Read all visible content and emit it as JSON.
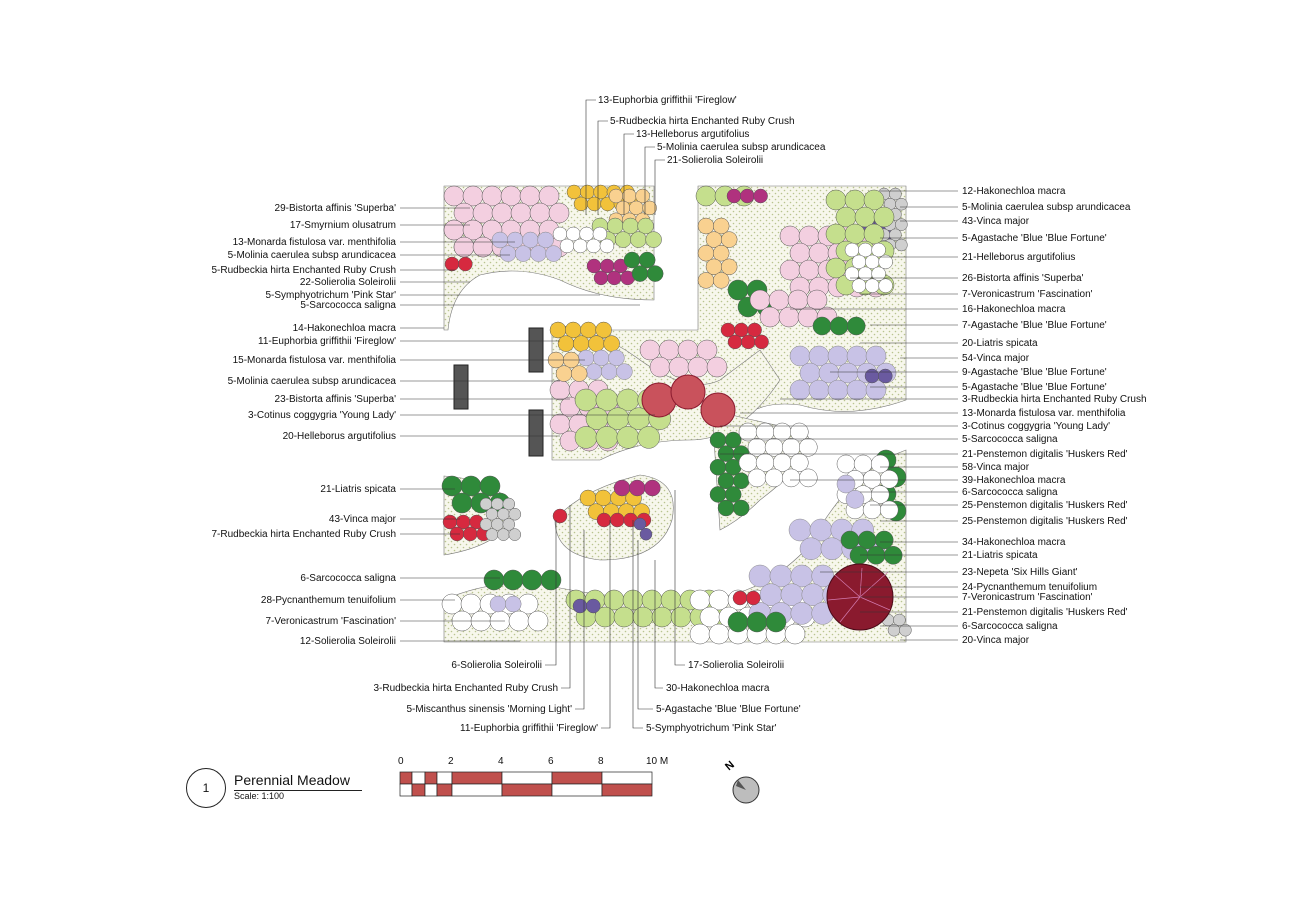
{
  "title": {
    "number": "1",
    "name": "Perennial Meadow",
    "scale": "Scale: 1:100"
  },
  "scale_bar": {
    "ticks": [
      "0",
      "2",
      "4",
      "6",
      "8",
      "10 M"
    ]
  },
  "north_arrow": {
    "label": "N"
  },
  "colors": {
    "pink": "#f3cfe0",
    "yellow": "#f2c23a",
    "peach": "#f9d190",
    "lightgreen": "#c5df8d",
    "darkgreen": "#2f8a3a",
    "lavender": "#c8c2e6",
    "purple": "#6a5aa0",
    "red": "#d6293f",
    "magenta": "#b0327e",
    "maroon": "#8a1a2e",
    "sage": "#d5e2bf",
    "grey": "#cfcfcf",
    "white": "#ffffff",
    "bar_red": "#c0504d"
  },
  "labels_top": [
    "13-Euphorbia griffithii 'Fireglow'",
    "5-Rudbeckia hirta Enchanted Ruby Crush",
    "13-Helleborus argutifolius",
    "5-Molinia caerulea subsp arundicacea",
    "21-Solierolia Soleirolii"
  ],
  "labels_left": [
    "29-Bistorta affinis 'Superba'",
    "17-Smyrnium olusatrum",
    "13-Monarda fistulosa var. menthifolia",
    "5-Molinia caerulea subsp arundicacea",
    "5-Rudbeckia hirta Enchanted Ruby Crush",
    "22-Solierolia Soleirolii",
    "5-Symphyotrichum 'Pink Star'",
    "5-Sarcococca saligna",
    "14-Hakonechloa macra",
    "11-Euphorbia griffithii 'Fireglow'",
    "15-Monarda fistulosa var. menthifolia",
    "5-Molinia caerulea subsp arundicacea",
    "23-Bistorta affinis 'Superba'",
    "3-Cotinus coggygria 'Young Lady'",
    "20-Helleborus argutifolius",
    "21-Liatris spicata",
    "43-Vinca major",
    "7-Rudbeckia hirta Enchanted Ruby Crush",
    "6-Sarcococca saligna",
    "28-Pycnanthemum tenuifolium",
    "7-Veronicastrum 'Fascination'",
    "12-Solierolia Soleirolii"
  ],
  "labels_right": [
    "12-Hakonechloa macra",
    "5-Molinia caerulea subsp arundicacea",
    "43-Vinca major",
    "5-Agastache 'Blue 'Blue Fortune'",
    "21-Helleborus argutifolius",
    "26-Bistorta affinis 'Superba'",
    "7-Veronicastrum 'Fascination'",
    "16-Hakonechloa macra",
    "7-Agastache 'Blue 'Blue Fortune'",
    "20-Liatris spicata",
    "54-Vinca major",
    "9-Agastache 'Blue 'Blue Fortune'",
    "5-Agastache 'Blue 'Blue Fortune'",
    "3-Rudbeckia hirta Enchanted Ruby Crush",
    "13-Monarda fistulosa var. menthifolia",
    "3-Cotinus coggygria 'Young Lady'",
    "5-Sarcococca saligna",
    "21-Penstemon digitalis 'Huskers Red'",
    "58-Vinca major",
    "39-Hakonechloa macra",
    "6-Sarcococca saligna",
    "25-Penstemon digitalis 'Huskers Red'",
    "25-Penstemon digitalis 'Huskers Red'",
    "34-Hakonechloa macra",
    "21-Liatris spicata",
    "23-Nepeta 'Six Hills Giant'",
    "24-Pycnanthemum tenuifolium",
    "7-Veronicastrum 'Fascination'",
    "21-Penstemon digitalis 'Huskers Red'",
    "6-Sarcococca saligna",
    "20-Vinca major"
  ],
  "labels_bottom": [
    "6-Solierolia Soleirolii",
    "3-Rudbeckia hirta Enchanted Ruby Crush",
    "5-Miscanthus sinensis 'Morning Light'",
    "11-Euphorbia griffithii 'Fireglow'",
    "17-Solierolia Soleirolii",
    "30-Hakonechloa macra",
    "5-Agastache 'Blue 'Blue Fortune'",
    "5-Symphyotrichum 'Pink Star'"
  ]
}
